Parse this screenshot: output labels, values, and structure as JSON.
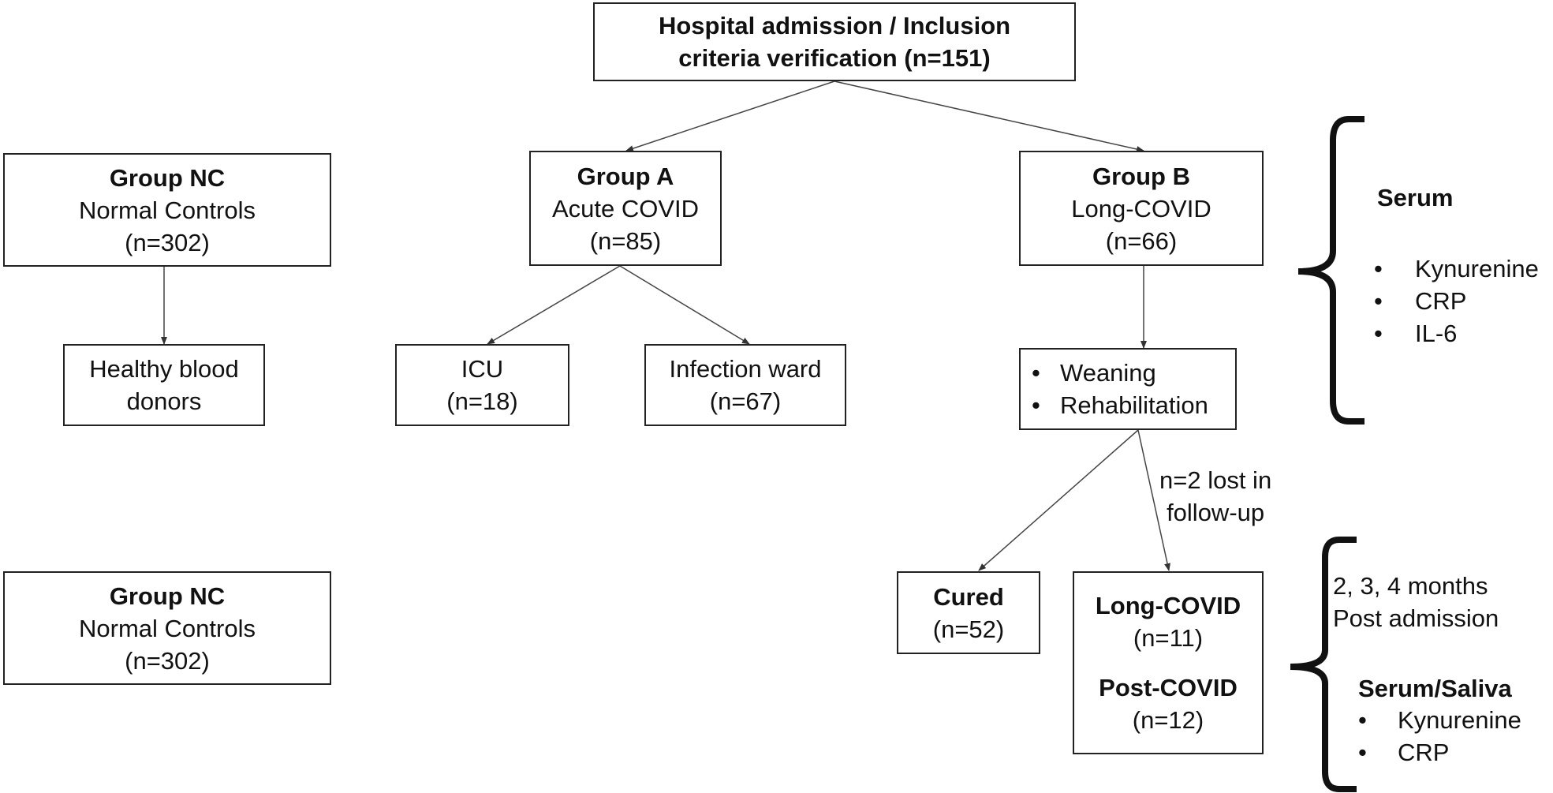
{
  "top": {
    "line1": "Hospital admission / Inclusion",
    "line2": "criteria verification (n=151)"
  },
  "nc_top": {
    "title": "Group NC",
    "subtitle": "Normal Controls",
    "n": "(n=302)"
  },
  "group_a": {
    "title": "Group A",
    "subtitle": "Acute COVID",
    "n": "(n=85)"
  },
  "group_b": {
    "title": "Group B",
    "subtitle": "Long-COVID",
    "n": "(n=66)"
  },
  "donors": {
    "line1": "Healthy blood",
    "line2": "donors"
  },
  "icu": {
    "label": "ICU",
    "n": "(n=18)"
  },
  "ward": {
    "label": "Infection ward",
    "n": "(n=67)"
  },
  "weaning": {
    "bullet": "•",
    "items": [
      "Weaning",
      "Rehabilitation"
    ]
  },
  "lost": {
    "line1": "n=2 lost in",
    "line2": "follow-up"
  },
  "cured": {
    "title": "Cured",
    "n": "(n=52)"
  },
  "long_post": {
    "title1": "Long-COVID",
    "n1": "(n=11)",
    "title2": "Post-COVID",
    "n2": "(n=12)"
  },
  "nc_bottom": {
    "title": "Group NC",
    "subtitle": "Normal Controls",
    "n": "(n=302)"
  },
  "serum": {
    "title": "Serum",
    "bullet": "•",
    "items": [
      "Kynurenine",
      "CRP",
      "IL-6"
    ]
  },
  "followup": {
    "line1": "2, 3, 4 months",
    "line2": "Post admission",
    "title": "Serum/Saliva",
    "bullet": "•",
    "items": [
      "Kynurenine",
      "CRP"
    ]
  }
}
